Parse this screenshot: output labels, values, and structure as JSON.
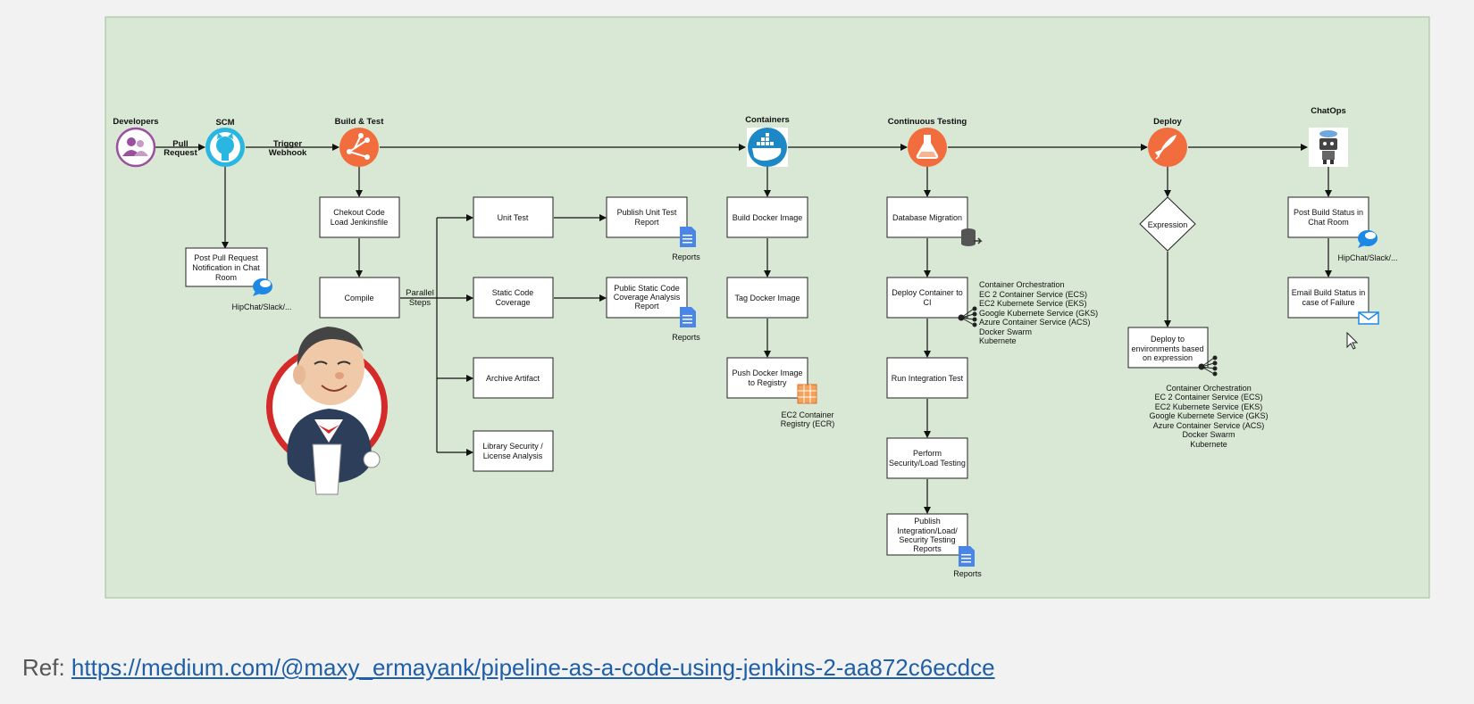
{
  "stages": {
    "developers": "Developers",
    "scm": "SCM",
    "build_test": "Build & Test",
    "containers": "Containers",
    "continuous_testing": "Continuous Testing",
    "deploy": "Deploy",
    "chatops": "ChatOps"
  },
  "edges": {
    "pull_request": [
      "Pull",
      "Request"
    ],
    "trigger_webhook": [
      "Trigger",
      "Webhook"
    ],
    "parallel_steps": [
      "Parallel",
      "Steps"
    ]
  },
  "nodes": {
    "pr_notification": [
      "Post Pull Request",
      "Notification in Chat",
      "Room"
    ],
    "checkout": [
      "Chekout Code",
      "Load Jenkinsfile"
    ],
    "compile": [
      "Compile"
    ],
    "unit_test": [
      "Unit Test"
    ],
    "static_code": [
      "Static Code",
      "Coverage"
    ],
    "archive": [
      "Archive Artifact"
    ],
    "library_security": [
      "Library Security /",
      "License Analysis"
    ],
    "publish_unit": [
      "Publish Unit Test",
      "Report"
    ],
    "publish_static": [
      "Public Static Code",
      "Coverage Analysis",
      "Report"
    ],
    "build_docker": [
      "Build Docker Image"
    ],
    "tag_docker": [
      "Tag Docker Image"
    ],
    "push_docker": [
      "Push Docker Image",
      "to Registry"
    ],
    "db_migration": [
      "Database Migration"
    ],
    "deploy_ci": [
      "Deploy Container to",
      "CI"
    ],
    "integration": [
      "Run Integration Test"
    ],
    "security_load": [
      "Perform",
      "Security/Load Testing"
    ],
    "publish_integration": [
      "Publish",
      "Integration/Load/",
      "Security Testing",
      "Reports"
    ],
    "expression": [
      "Expression"
    ],
    "deploy_env": [
      "Deploy to",
      "environments based",
      "on expression"
    ],
    "post_build_status": [
      "Post Build Status in",
      "Chat Room"
    ],
    "email_status": [
      "Email Build Status in",
      "case of Failure"
    ]
  },
  "annotations": {
    "hipchat1": "HipChat/Slack/...",
    "hipchat2": "HipChat/Slack/...",
    "reports1": "Reports",
    "reports2": "Reports",
    "reports3": "Reports",
    "ecr": [
      "EC2 Container",
      "Registry (ECR)"
    ],
    "orchestration1": [
      "Container Orchestration",
      "EC 2 Container Service (ECS)",
      "EC2 Kubernete Service (EKS)",
      "Google Kubernete Service (GKS)",
      "Azure Container Service (ACS)",
      "Docker Swarm",
      "Kubernete"
    ],
    "orchestration2": [
      "Container Orchestration",
      "EC 2 Container Service (ECS)",
      "EC2 Kubernete Service (EKS)",
      "Google Kubernete Service (GKS)",
      "Azure Container Service (ACS)",
      "Docker Swarm",
      "Kubernete"
    ]
  },
  "icons": {
    "developers": "developers-icon",
    "scm": "github-icon",
    "build": "git-branch-icon",
    "containers": "docker-icon",
    "testing": "flask-icon",
    "deploy": "rocket-icon",
    "chatops": "robot-icon",
    "mascot": "jenkins-mascot-icon"
  },
  "colors": {
    "canvas": "#d9e8d4",
    "orange": "#f26d3d",
    "purple": "#9b4f9f",
    "cyan": "#29b6e0",
    "docker_blue": "#1e88c7",
    "jenkins_red": "#d42a2a",
    "link": "#1f5fa8"
  },
  "ref": {
    "label": "Ref: ",
    "url": "https://medium.com/@maxy_ermayank/pipeline-as-a-code-using-jenkins-2-aa872c6ecdce"
  }
}
